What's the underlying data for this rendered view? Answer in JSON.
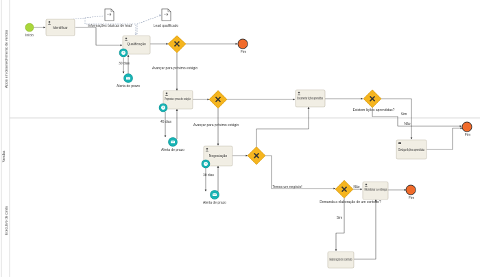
{
  "pool": {
    "label": "Vendas"
  },
  "lanes": [
    {
      "id": "lane-1",
      "label": "Apoio em desenvolvimento de vendas"
    },
    {
      "id": "lane-2",
      "label": "Executivo de conta"
    }
  ],
  "events": {
    "start": {
      "label": "Início"
    },
    "end1": {
      "label": "Fim"
    },
    "end2": {
      "label": "Fim"
    },
    "end3": {
      "label": "Fim"
    }
  },
  "tasks": {
    "identificar": {
      "label": "Identificar"
    },
    "qualificacao": {
      "label": "Qualificação"
    },
    "proposta": {
      "label": "Proposta e prova de solução"
    },
    "documentar": {
      "label": "Documentar lições aprendidas"
    },
    "negociacao": {
      "label": "Negociação"
    },
    "monitorar": {
      "label": "Monitorar a entrega"
    },
    "divulgar": {
      "label": "Divulgar lições aprendidas"
    },
    "elaboracao": {
      "label": "Elaboração do contrato"
    }
  },
  "documents": {
    "info_lead": {
      "label": "Informações básicas de lead"
    },
    "lead_qualificado": {
      "label": "Lead qualificado"
    }
  },
  "timers": {
    "t1": {
      "label": "30 dias"
    },
    "t2": {
      "label": "45 dias"
    },
    "t3": {
      "label": "30 dias"
    }
  },
  "alerts": {
    "a1": {
      "label": "Alerta de prazo"
    },
    "a2": {
      "label": "Alerta de prazo"
    },
    "a3": {
      "label": "Alerta de prazo"
    }
  },
  "flow_labels": {
    "avancar1": "Avançar para próximo estágio",
    "avancar2": "Avançar para próximo estágio",
    "existem": "Existem lições aprendidas?",
    "sim1": "Sim",
    "nao1": "Não",
    "temos": "Temos um negócio!",
    "demanda": "Demanda a elaboração de um contrato?",
    "nao2": "Não",
    "sim2": "Sim"
  },
  "colors": {
    "start": "#a9d63b",
    "end": "#f06b2b",
    "gateway": "#f5b51f",
    "timer": "#19b3b4",
    "task_fill": "#f1eee4"
  }
}
